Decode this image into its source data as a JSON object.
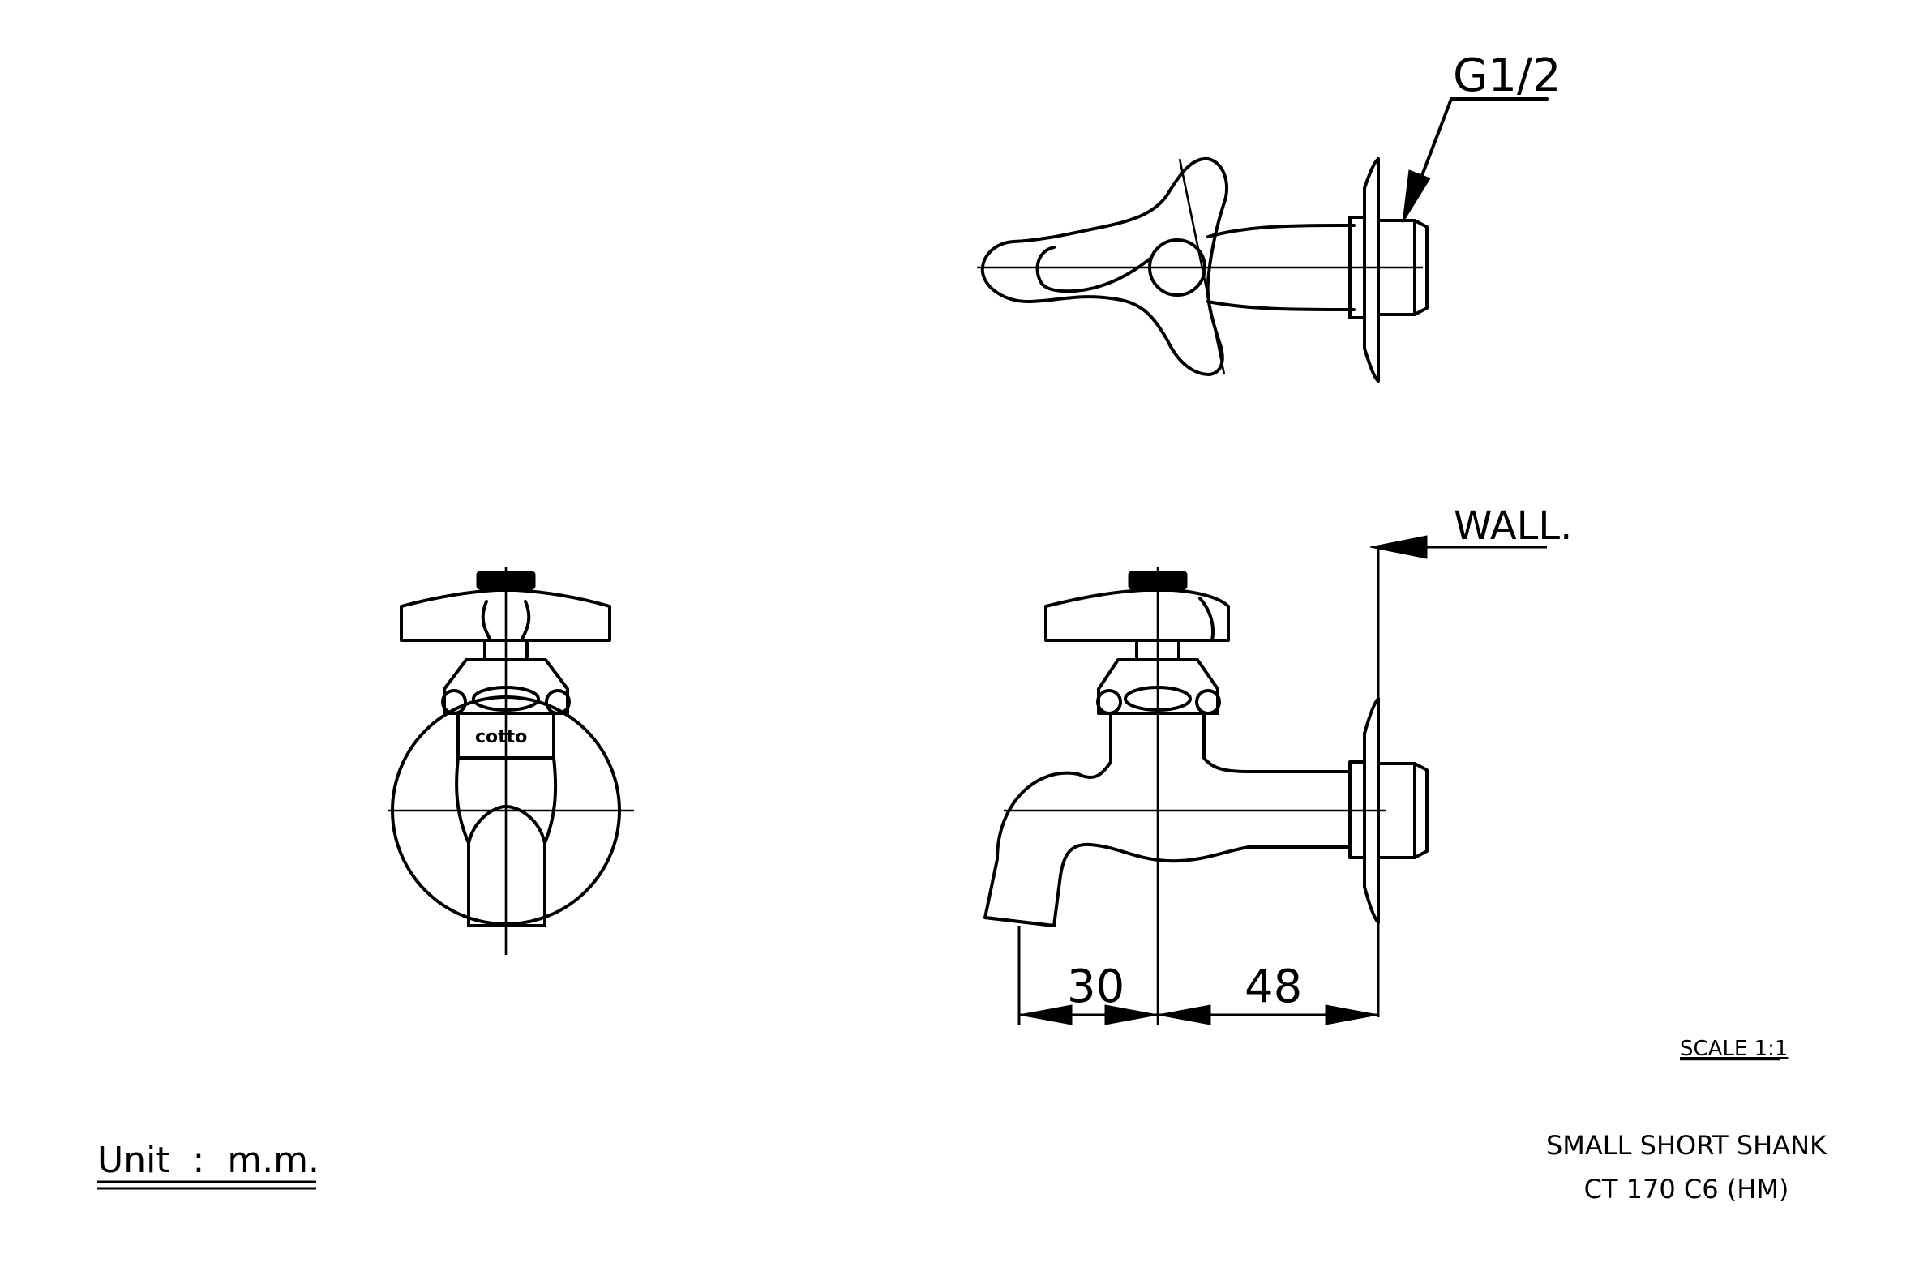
{
  "drawing": {
    "thread_label": "G1/2",
    "wall_label": "WALL.",
    "dim_spout": "30",
    "dim_shank": "48",
    "scale": "SCALE 1:1",
    "unit": "Unit  :  m.m.",
    "product_name": "SMALL SHORT SHANK",
    "model_code": "CT 170 C6 (HM)",
    "logo_text": "cotto"
  }
}
